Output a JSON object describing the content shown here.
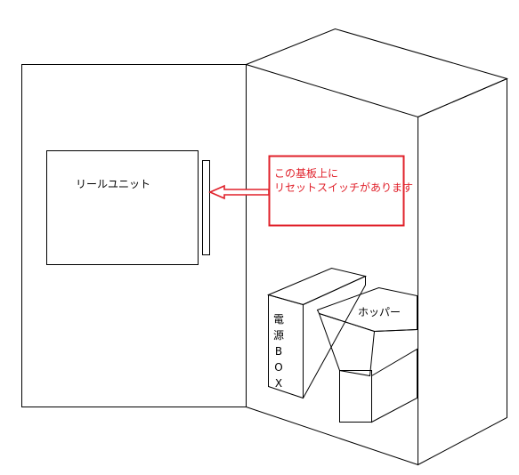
{
  "labels": {
    "reel_unit": "リールユニット",
    "hopper": "ホッパー",
    "power_box_chars": [
      "電",
      "源",
      "B",
      "O",
      "X"
    ]
  },
  "callout": {
    "lines": [
      "この基板上に",
      "リセットスイッチがあります"
    ]
  },
  "colors": {
    "line": "#000000",
    "callout_accent": "#e0202a",
    "background": "#ffffff"
  }
}
